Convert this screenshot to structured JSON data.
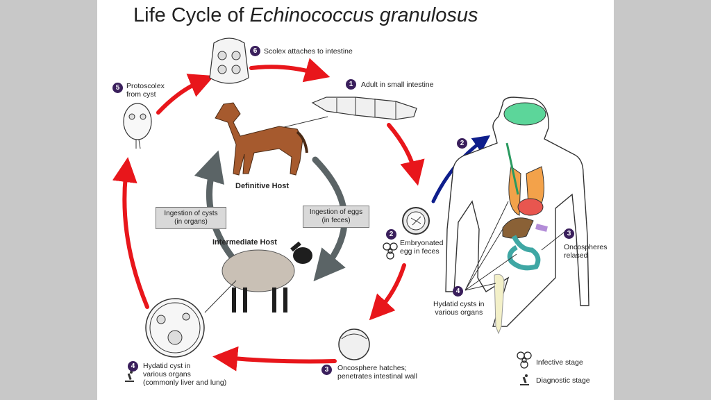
{
  "title": {
    "prefix": "Life Cycle of ",
    "species": "Echinococcus granulosus"
  },
  "stages": {
    "s1": {
      "num": "1",
      "label": "Adult in small intestine"
    },
    "s2": {
      "num": "2",
      "line1": "Embryonated",
      "line2": "egg in feces"
    },
    "s2h": {
      "num": "2"
    },
    "s3": {
      "num": "3",
      "line1": "Oncosphere hatches;",
      "line2": "penetrates intestinal wall"
    },
    "s3h": {
      "num": "3",
      "line1": "Oncospheres",
      "line2": "relased"
    },
    "s4": {
      "num": "4",
      "line1": "Hydatid cyst in",
      "line2": "various organs",
      "line3": "(commonly liver and lung)"
    },
    "s4h": {
      "num": "4",
      "line1": "Hydatid cysts in",
      "line2": "various organs"
    },
    "s5": {
      "num": "5",
      "line1": "Protoscolex",
      "line2": "from cyst"
    },
    "s6": {
      "num": "6",
      "label": "Scolex attaches to intestine"
    }
  },
  "hosts": {
    "definitive": "Definitive Host",
    "intermediate": "Intermediate Host"
  },
  "boxes": {
    "cysts": {
      "line1": "Ingestion of cysts",
      "line2": "(in organs)"
    },
    "eggs": {
      "line1": "Ingestion of eggs",
      "line2": "(in feces)"
    }
  },
  "legend": {
    "infective": "Infective stage",
    "diagnostic": "Diagnostic stage"
  },
  "colors": {
    "cycle_arrow": "#e8161b",
    "host_arrow": "#5b6466",
    "human_arrow": "#0e1e8c",
    "badge": "#3a1f5c"
  }
}
